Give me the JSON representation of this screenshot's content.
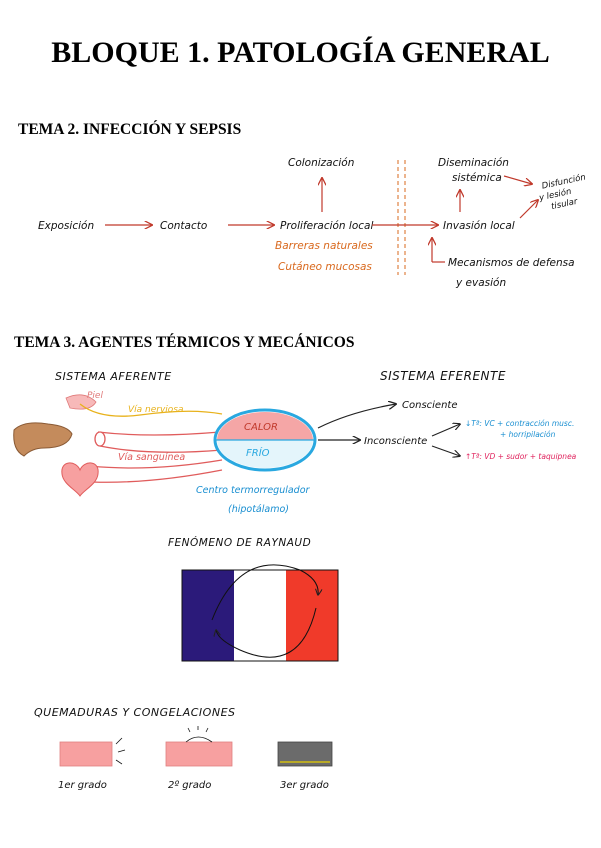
{
  "title": "BLOQUE 1. PATOLOGÍA GENERAL",
  "tema2": {
    "heading": "TEMA 2.  INFECCIÓN Y SEPSIS",
    "exposicion": "Exposición",
    "contacto": "Contacto",
    "proliferacion": "Proliferación local",
    "colonizacion": "Colonización",
    "barreras": "Barreras naturales",
    "cutaneo": "Cutáneo mucosas",
    "invasion": "Invasión local",
    "diseminacion": "Diseminación",
    "sistemica": "sistémica",
    "disfuncion": "Disfunción",
    "y_lesion": "y lesión",
    "tisular": "tisular",
    "mecanismos": "Mecanismos de defensa",
    "evasion": "y evasión"
  },
  "tema3": {
    "heading": "TEMA 3. AGENTES TÉRMICOS Y MECÁNICOS",
    "aferente": "SISTEMA AFERENTE",
    "eferente": "SISTEMA EFERENTE",
    "piel": "Piel",
    "via_nerviosa": "Vía nerviosa",
    "via_sanguinea": "Vía sanguínea",
    "calor": "CALOR",
    "frio": "FRÍO",
    "centro": "Centro termorregulador",
    "hipotalamo": "(hipotálamo)",
    "consciente": "Consciente",
    "inconsciente": "Inconsciente",
    "t_down_1": "↓Tª: VC + contracción musc.",
    "t_down_2": "+ horripilación",
    "t_up": "↑Tª: VD + sudor + taquipnea"
  },
  "raynaud": {
    "heading": "FENÓMENO DE RAYNAUD",
    "colors": {
      "blue": "#2b1a7a",
      "white": "#ffffff",
      "red": "#f03a2a"
    }
  },
  "quemaduras": {
    "heading": "QUEMADURAS Y CONGELACIONES",
    "grades": [
      {
        "label": "1er grado",
        "color": "#f7a0a0"
      },
      {
        "label": "2º grado",
        "color": "#f7a0a0"
      },
      {
        "label": "3er grado",
        "color": "#6b6b6b"
      }
    ]
  },
  "colors": {
    "arrow_red": "#c0392b",
    "orange": "#d9691e",
    "yellow": "#e8b21c",
    "pink_light": "#f5a6a6",
    "cyan": "#29a8e0",
    "blue_text": "#1a8fd1"
  }
}
